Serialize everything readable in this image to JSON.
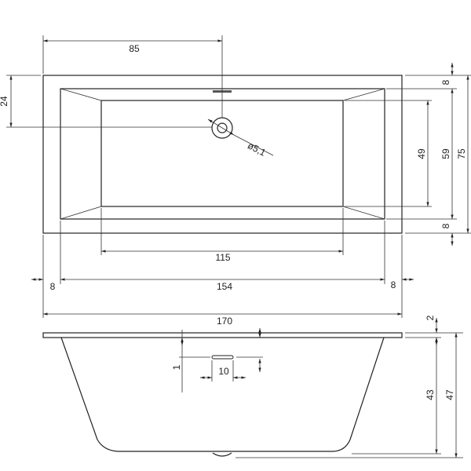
{
  "colors": {
    "line": "#222222",
    "background": "#ffffff"
  },
  "top_view": {
    "dimensions": {
      "drain_from_left": "85",
      "drain_from_top": "24",
      "drain_diameter": "ø5,1",
      "rim_top": "8",
      "inner_width": "59",
      "total_width": "75",
      "basin_width": "49",
      "rim_bottom": "8",
      "basin_length": "115",
      "inner_length": "154",
      "rim_left": "8",
      "rim_right": "8",
      "total_length": "170"
    }
  },
  "side_view": {
    "dimensions": {
      "rim_thickness": "2",
      "depth": "43",
      "total_height": "47",
      "overflow_width": "10",
      "overflow_offset": "1"
    }
  }
}
